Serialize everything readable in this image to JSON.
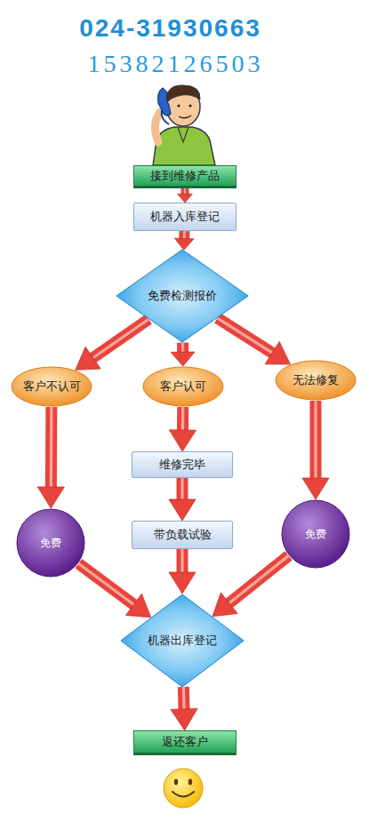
{
  "diagram": {
    "nodes": [
      {
        "text": [
          "接到维修产品"
        ]
      },
      {
        "text": [
          "机器入库登记"
        ]
      },
      {
        "text": [
          "免费检测报价"
        ]
      },
      {
        "text": [
          "客户不认可"
        ]
      },
      {
        "text": [
          "客户认可"
        ]
      },
      {
        "text": [
          "无法修复"
        ]
      },
      {
        "text": [
          "维修完毕"
        ]
      },
      {
        "text": [
          "免费"
        ]
      },
      {
        "text": [
          "带负载试验"
        ]
      },
      {
        "text": [
          "免费"
        ]
      },
      {
        "text": [
          "机器出库登记"
        ]
      },
      {
        "text": [
          "返还客户"
        ]
      }
    ],
    "edges": [
      {
        "from": 0,
        "to": 1,
        "arrow": "to"
      },
      {
        "from": 1,
        "to": 2,
        "arrow": "to"
      },
      {
        "from": 2,
        "to": 3,
        "arrow": "to"
      },
      {
        "from": 2,
        "to": 4,
        "arrow": "to"
      },
      {
        "from": 2,
        "to": 5,
        "arrow": "to"
      },
      {
        "from": 3,
        "to": 7,
        "arrow": "to"
      },
      {
        "from": 4,
        "to": 6,
        "arrow": "to"
      },
      {
        "from": 5,
        "to": 9,
        "arrow": "to"
      },
      {
        "from": 6,
        "to": 8,
        "arrow": "to"
      },
      {
        "from": 7,
        "to": 10,
        "arrow": "to"
      },
      {
        "from": 8,
        "to": 10,
        "arrow": "to"
      },
      {
        "from": 9,
        "to": 10,
        "arrow": "to"
      },
      {
        "from": 10,
        "to": 11,
        "arrow": "to"
      }
    ],
    "labels": [
      "024-31930663",
      "15382126503"
    ]
  }
}
